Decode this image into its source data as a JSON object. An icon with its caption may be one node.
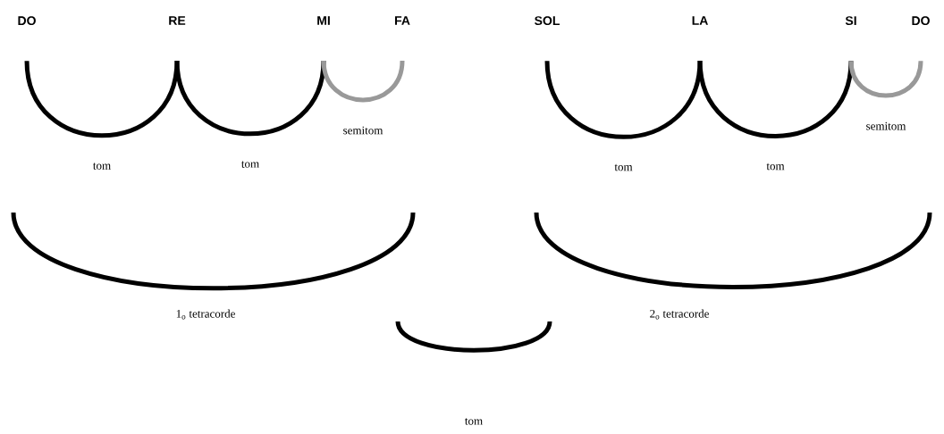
{
  "diagram": {
    "nodes": [
      {
        "text": [
          "DO"
        ]
      },
      {
        "text": [
          "RE"
        ]
      },
      {
        "text": [
          "MI"
        ]
      },
      {
        "text": [
          "FA"
        ]
      },
      {
        "text": [
          "SOL"
        ]
      },
      {
        "text": [
          "LA"
        ]
      },
      {
        "text": [
          "SI"
        ]
      },
      {
        "text": [
          "DO"
        ]
      }
    ],
    "edges": [
      {
        "from": 0,
        "to": 1,
        "arrow": "none",
        "label": "tom"
      },
      {
        "from": 1,
        "to": 2,
        "arrow": "none",
        "label": "tom"
      },
      {
        "from": 2,
        "to": 3,
        "arrow": "none",
        "label": "semitom",
        "color": "#999999"
      },
      {
        "from": 4,
        "to": 5,
        "arrow": "none",
        "label": "tom"
      },
      {
        "from": 5,
        "to": 6,
        "arrow": "none",
        "label": "tom"
      },
      {
        "from": 6,
        "to": 7,
        "arrow": "none",
        "label": "semitom",
        "color": "#999999"
      }
    ],
    "labels": [
      "1$_{o}$ tetracorde",
      "2$_{o}$  tetracorde",
      "tom"
    ]
  }
}
